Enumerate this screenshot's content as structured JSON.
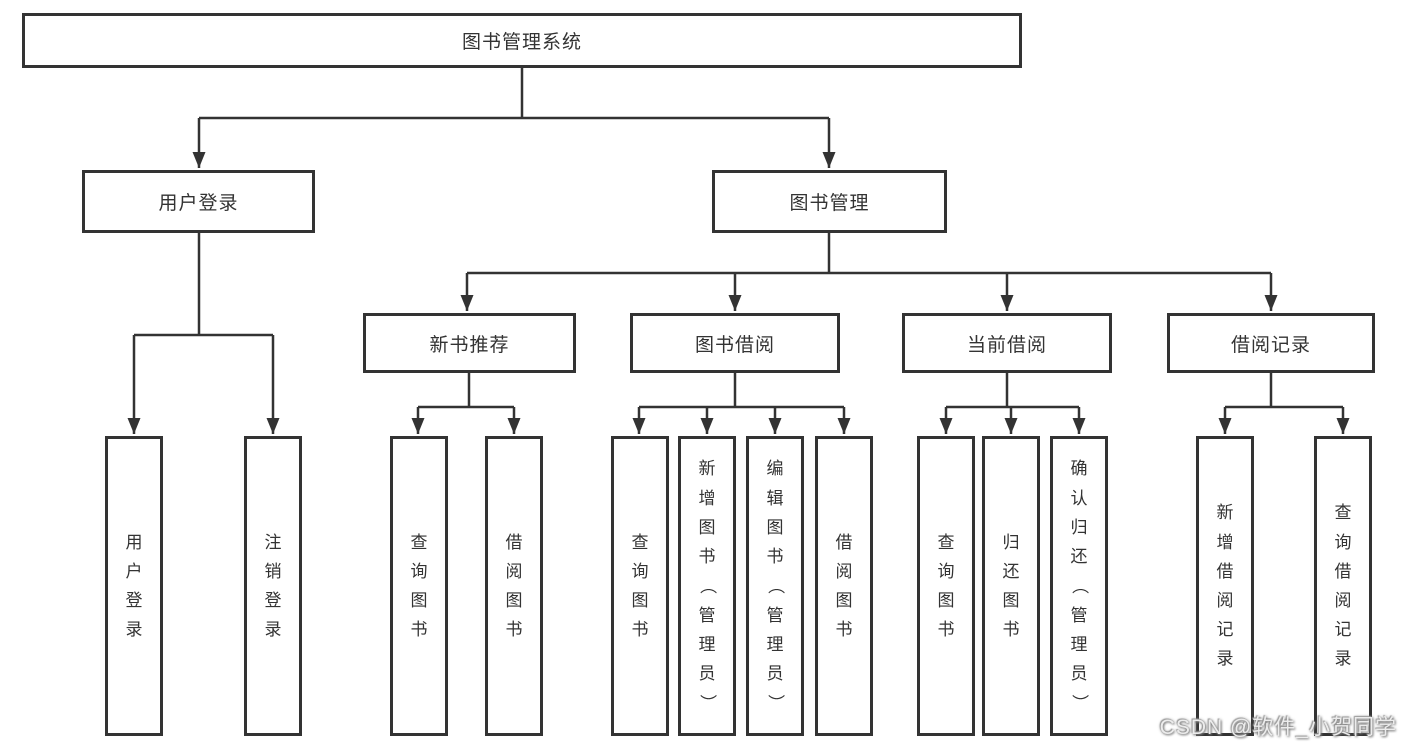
{
  "tree": {
    "root": "图书管理系统",
    "branches": [
      {
        "label": "用户登录",
        "children": [
          "用户登录",
          "注销登录"
        ]
      },
      {
        "label": "图书管理",
        "children": [
          {
            "label": "新书推荐",
            "children": [
              "查询图书",
              "借阅图书"
            ]
          },
          {
            "label": "图书借阅",
            "children": [
              "查询图书",
              "新增图书（管理员）",
              "编辑图书（管理员）",
              "借阅图书"
            ]
          },
          {
            "label": "当前借阅",
            "children": [
              "查询图书",
              "归还图书",
              "确认归还（管理员）"
            ]
          },
          {
            "label": "借阅记录",
            "children": [
              "新增借阅记录",
              "查询借阅记录"
            ]
          }
        ]
      }
    ]
  },
  "watermark": "CSDN @软件_小贺同学",
  "colors": {
    "line": "#333333",
    "text": "#333333",
    "background": "#ffffff",
    "watermark_text": "#ececec"
  }
}
